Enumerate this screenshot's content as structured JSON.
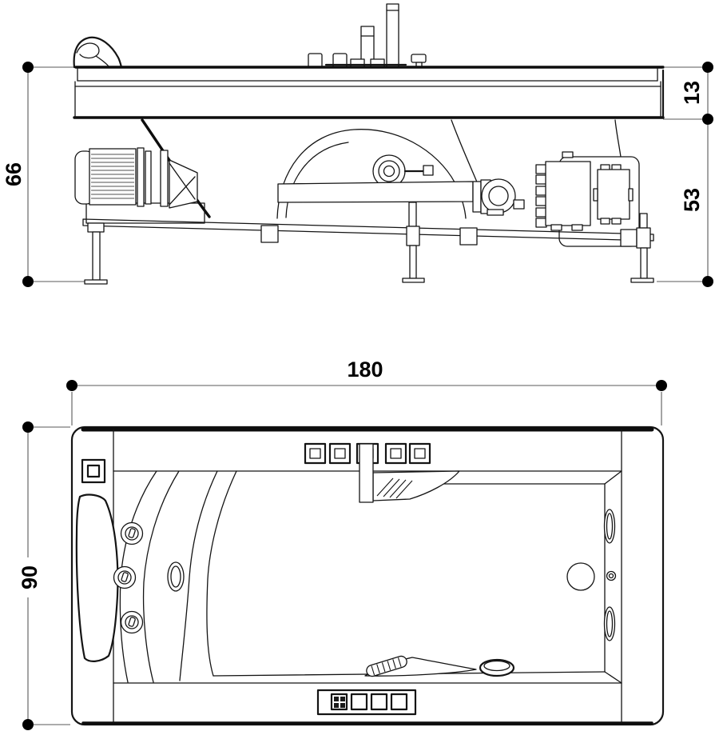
{
  "drawing": {
    "type": "bathtub-technical-drawing",
    "views": {
      "side_elevation": "side view with pump, piping, frame and feet",
      "plan": "top view with jets, waterfall, controls and drain"
    }
  },
  "dimensions": {
    "side_overall_height": "66",
    "side_rim_thickness": "13",
    "side_underbody_height": "53",
    "plan_length": "180",
    "plan_width": "90"
  },
  "colors": {
    "line": "#141414",
    "dimension_line": "#5a5a5a",
    "background": "#ffffff"
  }
}
